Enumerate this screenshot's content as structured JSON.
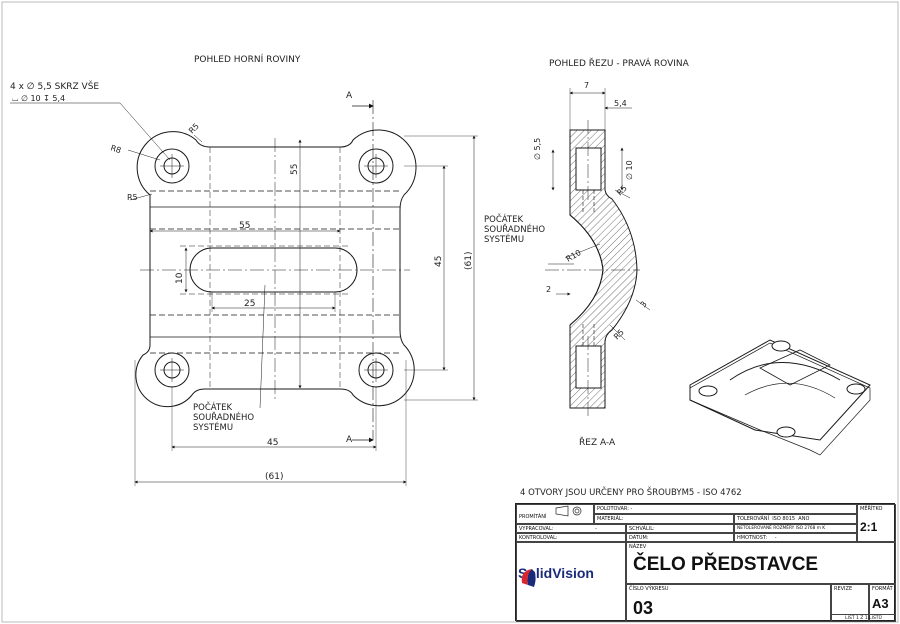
{
  "views": {
    "top_title": "POHLED HORNÍ ROVINY",
    "section_title": "POHLED ŘEZU - PRAVÁ ROVINA",
    "section_label": "ŘEZ A-A",
    "hole_callout_line1": "4 x ∅ 5,5 SKRZ VŠE",
    "hole_callout_line2": "⌴ ∅ 10 ↧ 5,4",
    "origin_label_top": [
      "POČÁTEK",
      "SOUŘADNÉHO",
      "SYSTÉMU"
    ],
    "origin_label_section": [
      "POČÁTEK",
      "SOUŘADNÉHO",
      "SYSTÉMU"
    ],
    "note": "4 OTVORY JSOU URČENY PRO ŠROUBYM5 - ISO 4762"
  },
  "dimensions": {
    "top": {
      "r8": "R8",
      "r5a": "R5",
      "r5b": "R5",
      "d55_h": "55",
      "d55_v": "55",
      "d45_v": "45",
      "d61_v": "(61)",
      "d10": "10",
      "d25": "25",
      "d45_h": "45",
      "d61_h": "(61)",
      "section_a1": "A",
      "section_a2": "A"
    },
    "section": {
      "d7": "7",
      "d5_4": "5,4",
      "d5_5": "∅ 5,5",
      "d10": "∅ 10",
      "r5a": "R5",
      "r10": "R10",
      "d2": "2",
      "d3": "3",
      "r5b": "R5"
    }
  },
  "title_block": {
    "promitani_label": "PROMÍTÁNÍ",
    "polotovar_label": "POLOTOVAR:",
    "polotovar_value": "-",
    "material_label": "MATERIÁL:",
    "tolerovani_label": "TOLEROVÁNÍ",
    "tolerovani_value": "ISO 8015",
    "tolerovani_flag": "ANO",
    "meritko_label": "MĚŘÍTKO",
    "meritko_value": "2:1",
    "vypracoval_label": "VYPRACOVAL:",
    "vypracoval_value": "-",
    "schvalil_label": "SCHVÁLIL:",
    "netolerovane_label": "NETOLEROVANÉ ROZMĚRY ISO 2768 m K",
    "kontroloval_label": "KONTROLOVAL:",
    "datum_label": "DATUM:",
    "hmotnost_label": "HMOTNOST:",
    "hmotnost_value": "-",
    "nazev_label": "NÁZEV",
    "nazev_value": "ČELO PŘEDSTAVCE",
    "cislo_label": "ČÍSLO VÝKRESU",
    "cislo_value": "03",
    "revize_label": "REVIZE",
    "format_label": "FORMÁT",
    "format_value": "A3",
    "list_value": "LIST 1 Z 1 LISTŮ",
    "logo_text": "SolidVision"
  },
  "colors": {
    "line": "#1a1a1a",
    "hatch": "#333333",
    "logo_blue": "#1a2b7a",
    "logo_red": "#d8262c"
  }
}
